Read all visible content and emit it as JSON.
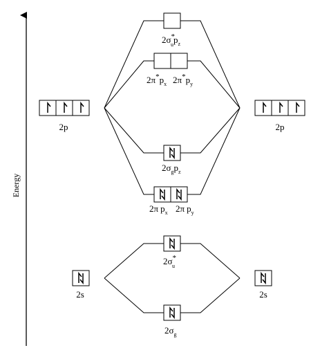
{
  "axis": {
    "label": "Energy"
  },
  "levels": {
    "left_2p": {
      "label": "2p",
      "electrons": [
        "up",
        "up",
        "up"
      ]
    },
    "right_2p": {
      "label": "2p",
      "electrons": [
        "up",
        "up",
        "up"
      ]
    },
    "left_2s": {
      "label": "2s",
      "electrons": [
        "pair"
      ]
    },
    "right_2s": {
      "label": "2s",
      "electrons": [
        "pair"
      ]
    },
    "sigma_u_star_pz": {
      "main": "2σ",
      "star": "*",
      "sub": "u",
      "orb": "p",
      "orb_sub": "z",
      "electrons": [
        "empty"
      ]
    },
    "pi_star": {
      "left": {
        "main": "2π",
        "star": "*",
        "orb": "p",
        "orb_sub": "x"
      },
      "right": {
        "main": "2π",
        "star": "*",
        "orb": "p",
        "orb_sub": "y"
      },
      "electrons": [
        "empty",
        "empty"
      ]
    },
    "sigma_g_pz": {
      "main": "2σ",
      "sub": "g",
      "orb": "p",
      "orb_sub": "z",
      "electrons": [
        "pair"
      ]
    },
    "pi": {
      "left": {
        "main": "2π",
        "orb": "p",
        "orb_sub": "x"
      },
      "right": {
        "main": "2π",
        "orb": "p",
        "orb_sub": "y"
      },
      "electrons": [
        "pair",
        "pair"
      ]
    },
    "sigma_u_star_s": {
      "main": "2σ",
      "star": "*",
      "sub": "u",
      "electrons": [
        "pair"
      ]
    },
    "sigma_g_s": {
      "main": "2σ",
      "sub": "g",
      "electrons": [
        "pair"
      ]
    }
  }
}
